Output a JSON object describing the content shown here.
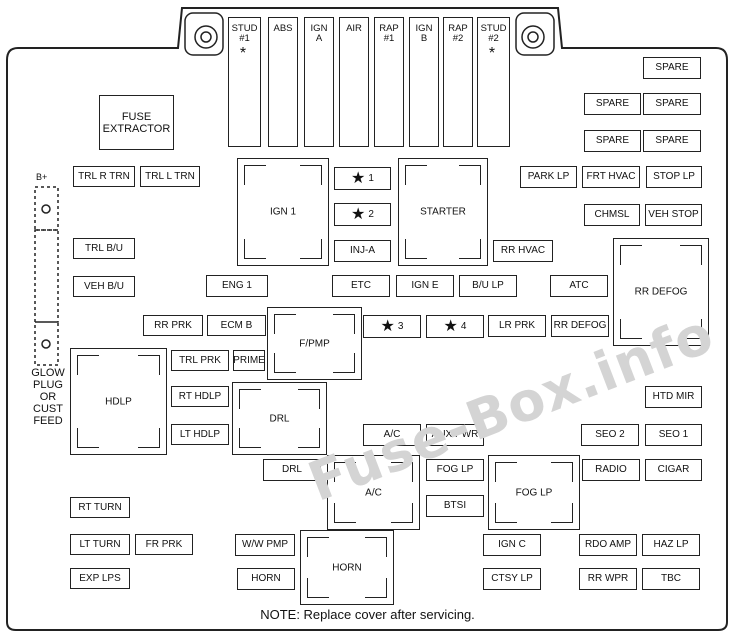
{
  "fuses_top": [
    {
      "id": "stud1",
      "line1": "STUD",
      "line2": "#1",
      "star": "*"
    },
    {
      "id": "abs",
      "line1": "ABS",
      "line2": "",
      "star": ""
    },
    {
      "id": "igna",
      "line1": "IGN",
      "line2": "A",
      "star": ""
    },
    {
      "id": "air",
      "line1": "AIR",
      "line2": "",
      "star": ""
    },
    {
      "id": "rap1",
      "line1": "RAP",
      "line2": "#1",
      "star": ""
    },
    {
      "id": "ignb",
      "line1": "IGN",
      "line2": "B",
      "star": ""
    },
    {
      "id": "rap2",
      "line1": "RAP",
      "line2": "#2",
      "star": ""
    },
    {
      "id": "stud2",
      "line1": "STUD",
      "line2": "#2",
      "star": "*"
    }
  ],
  "fuse_extractor": {
    "line1": "FUSE",
    "line2": "EXTRACTOR"
  },
  "labels": {
    "spare1": "SPARE",
    "spare2": "SPARE",
    "spare3": "SPARE",
    "spare4": "SPARE",
    "spare5": "SPARE",
    "trl_r_trn": "TRL R TRN",
    "trl_l_trn": "TRL L TRN",
    "trl_bu": "TRL B/U",
    "veh_bu": "VEH B/U",
    "star1": "1",
    "star2": "2",
    "star3": "3",
    "star4": "4",
    "star_sym": "★",
    "inj_a": "INJ-A",
    "park_lp": "PARK LP",
    "frt_hvac": "FRT HVAC",
    "stop_lp": "STOP LP",
    "chmsl": "CHMSL",
    "veh_stop": "VEH STOP",
    "rr_hvac": "RR HVAC",
    "eng1": "ENG 1",
    "etc": "ETC",
    "ign_e": "IGN E",
    "bu_lp": "B/U LP",
    "atc": "ATC",
    "rr_prk": "RR PRK",
    "ecm_b": "ECM B",
    "lr_prk": "LR PRK",
    "rr_defog_fuse": "RR DEFOG",
    "trl_prk": "TRL PRK",
    "prime": "PRIME",
    "rt_hdlp": "RT HDLP",
    "lt_hdlp": "LT HDLP",
    "htd_mir": "HTD MIR",
    "seo2": "SEO 2",
    "seo1": "SEO 1",
    "ac_fuse": "A/C",
    "aux_pwr": "AUX PWR",
    "drl_fuse": "DRL",
    "fog_lp_fuse": "FOG LP",
    "radio": "RADIO",
    "cigar": "CIGAR",
    "btsi": "BTSI",
    "rt_turn": "RT TURN",
    "lt_turn": "LT TURN",
    "fr_prk": "FR PRK",
    "exp_lps": "EXP LPS",
    "ww_pmp": "W/W PMP",
    "horn_fuse": "HORN",
    "ign_c": "IGN C",
    "rdo_amp": "RDO AMP",
    "haz_lp": "HAZ LP",
    "ctsy_lp": "CTSY LP",
    "rr_wpr": "RR WPR",
    "tbc": "TBC",
    "bplus": "B+"
  },
  "relays": {
    "ign1": "IGN 1",
    "starter": "STARTER",
    "rr_defog": "RR DEFOG",
    "fpmp": "F/PMP",
    "hdlp": "HDLP",
    "drl": "DRL",
    "ac": "A/C",
    "fog_lp": "FOG LP",
    "horn": "HORN"
  },
  "glow_plug": [
    "GLOW",
    "PLUG",
    "OR",
    "CUST",
    "FEED"
  ],
  "note": "NOTE: Replace cover after servicing.",
  "watermark": "Fuse-Box.info"
}
